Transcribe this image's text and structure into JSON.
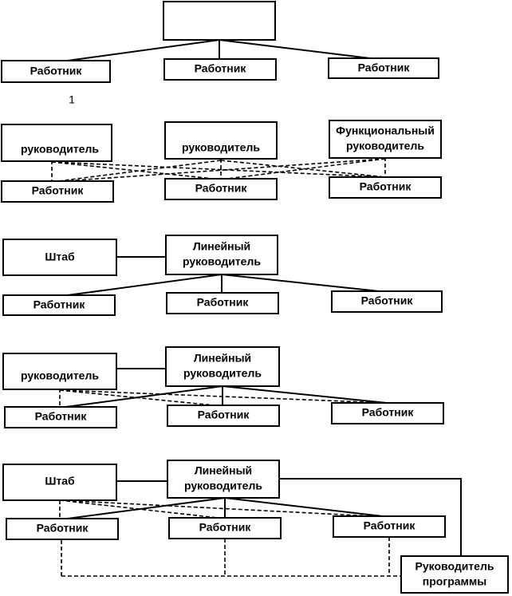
{
  "sections": [
    {
      "top": "",
      "workers": [
        "Работник",
        "Работник",
        "Работник"
      ],
      "index": "1"
    },
    {
      "managers": [
        "руководитель",
        "руководитель",
        [
          "Функциональный",
          "руководитель"
        ]
      ],
      "workers": [
        "Работник",
        "Работник",
        "Работник"
      ]
    },
    {
      "staff": "Штаб",
      "line_manager": [
        "Линейный",
        "руководитель"
      ],
      "workers": [
        "Работник",
        "Работник",
        "Работник"
      ]
    },
    {
      "functional": "руководитель",
      "line_manager": [
        "Линейный",
        "руководитель"
      ],
      "workers": [
        "Работник",
        "Работник",
        "Работник"
      ]
    },
    {
      "staff": "Штаб",
      "line_manager": [
        "Линейный",
        "руководитель"
      ],
      "workers": [
        "Работник",
        "Работник",
        "Работник"
      ],
      "program_manager": [
        "Руководитель",
        "программы"
      ]
    }
  ]
}
